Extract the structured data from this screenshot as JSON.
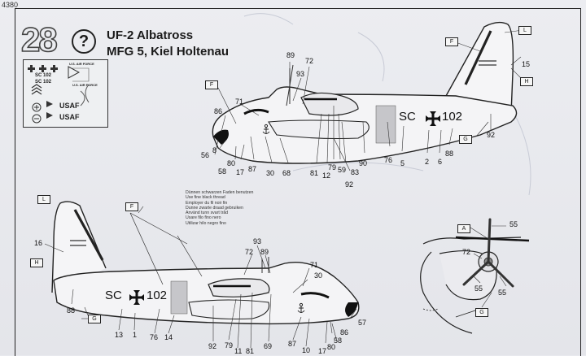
{
  "page_number": "4380",
  "step_number": "28",
  "help_symbol": "?",
  "title_line1": "UF-2  Albatross",
  "title_line2": "MFG 5, Kiel Holtenau",
  "decal_sheet": {
    "codes": [
      "SC 102",
      "SC 102"
    ],
    "usaf": [
      "USAF",
      "USAF"
    ],
    "small_text": [
      "U.S. AIR FORCE",
      "U.S. AIR FORCE"
    ]
  },
  "thread_note": [
    "Dünnen schwarzen Faden benutzen",
    "Use fine black thread",
    "Employer du fil noir fin",
    "Dunne zwarte draad gebruiken",
    "Använd tunn svart tråd",
    "Usare filo fino nero",
    "Utilizar hilo negro fino"
  ],
  "fuselage_code_top": "SC",
  "fuselage_num_top": "102",
  "fuselage_code_bottom": "SC",
  "fuselage_num_bottom": "102",
  "callout_boxes": {
    "L": "L",
    "F": "F",
    "H": "H",
    "G": "G",
    "A": "A"
  },
  "top_view_labels": {
    "l89": "89",
    "l72": "72",
    "l93": "93",
    "l71": "71",
    "l86": "86",
    "l56": "56",
    "l8": "8",
    "l58": "58",
    "l80": "80",
    "l17": "17",
    "l87": "87",
    "l30": "30",
    "l68": "68",
    "l81": "81",
    "l12": "12",
    "l79": "79",
    "l59": "59",
    "l83": "83",
    "l92a": "92",
    "l90": "90",
    "l76": "76",
    "l5": "5",
    "l2": "2",
    "l6": "6",
    "l88": "88",
    "l92b": "92",
    "l15": "15"
  },
  "bottom_view_labels": {
    "l16": "16",
    "l88": "88",
    "l13": "13",
    "l1": "1",
    "l76": "76",
    "l14": "14",
    "l93": "93",
    "l72": "72",
    "l89": "89",
    "l71": "71",
    "l30": "30",
    "l57": "57",
    "l92": "92",
    "l79": "79",
    "l11": "11",
    "l81": "81",
    "l69": "69",
    "l87": "87",
    "l10": "10",
    "l17": "17",
    "l80": "80",
    "l86": "86",
    "l58": "58"
  },
  "detail_labels": {
    "l55a": "55",
    "l72": "72",
    "l55b": "55",
    "l55c": "55"
  }
}
